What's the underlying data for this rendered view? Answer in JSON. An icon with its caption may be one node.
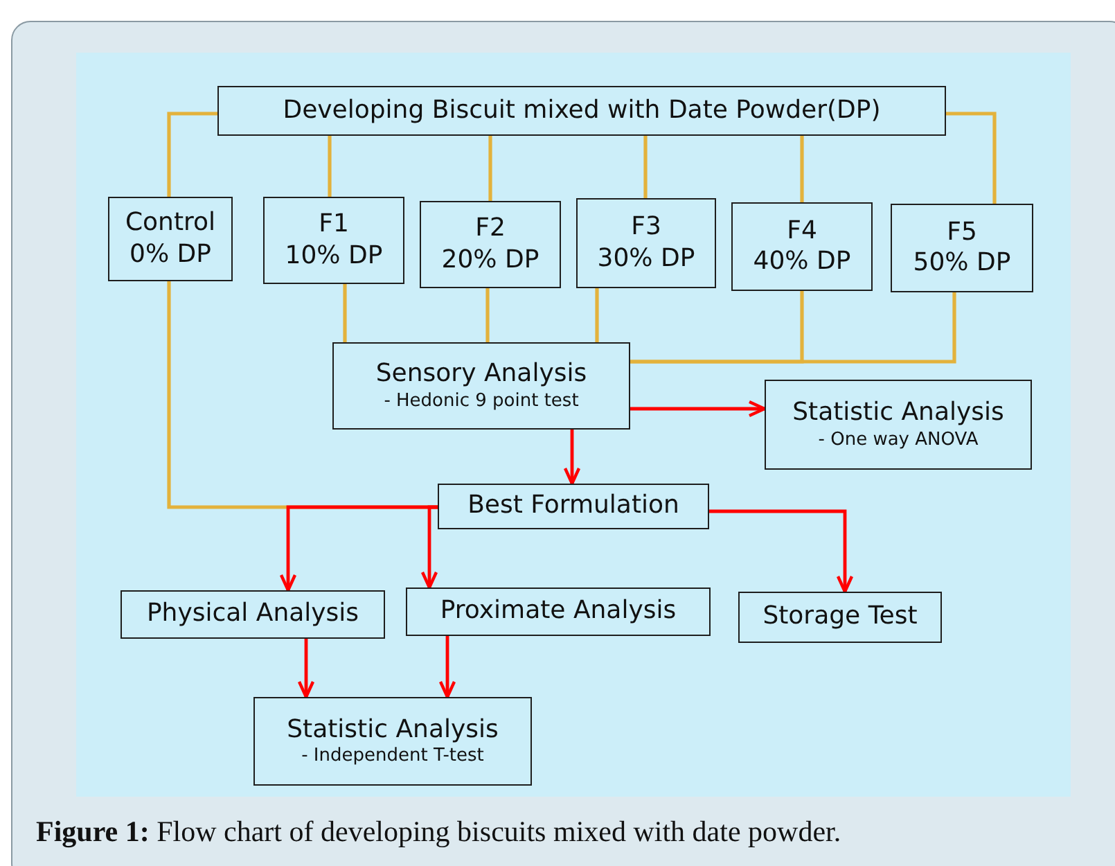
{
  "diagram": {
    "caption": "**Figure 1:** Flow chart of developing biscuits mixed with date powder.",
    "nodes": [
      {
        "text": [
          "Developing Biscuit mixed with Date Powder(DP)"
        ]
      },
      {
        "text": [
          "Control",
          "0% DP"
        ]
      },
      {
        "text": [
          "F1",
          "10% DP"
        ]
      },
      {
        "text": [
          "F2",
          "20% DP"
        ]
      },
      {
        "text": [
          "F3",
          "30% DP"
        ]
      },
      {
        "text": [
          "F4",
          "40% DP"
        ]
      },
      {
        "text": [
          "F5",
          "50% DP"
        ]
      },
      {
        "text": [
          "Sensory Analysis",
          "- Hedonic 9 point test"
        ]
      },
      {
        "text": [
          "Statistic Analysis",
          "- One way ANOVA"
        ]
      },
      {
        "text": [
          "Best Formulation"
        ]
      },
      {
        "text": [
          "Physical Analysis"
        ]
      },
      {
        "text": [
          "Proximate Analysis"
        ]
      },
      {
        "text": [
          "Storage Test"
        ]
      },
      {
        "text": [
          "Statistic Analysis",
          "- Independent T-test"
        ]
      }
    ],
    "edges": [
      {
        "from": 0,
        "to": 1,
        "arrow": "none"
      },
      {
        "from": 0,
        "to": 2,
        "arrow": "none"
      },
      {
        "from": 0,
        "to": 3,
        "arrow": "none"
      },
      {
        "from": 0,
        "to": 4,
        "arrow": "none"
      },
      {
        "from": 0,
        "to": 5,
        "arrow": "none"
      },
      {
        "from": 0,
        "to": 6,
        "arrow": "none"
      },
      {
        "from": 2,
        "to": 7,
        "arrow": "none"
      },
      {
        "from": 3,
        "to": 7,
        "arrow": "none"
      },
      {
        "from": 4,
        "to": 7,
        "arrow": "none"
      },
      {
        "from": 5,
        "to": 7,
        "arrow": "none"
      },
      {
        "from": 6,
        "to": 7,
        "arrow": "none"
      },
      {
        "from": 1,
        "to": 9,
        "arrow": "none"
      },
      {
        "from": 7,
        "to": 8,
        "arrow": "to",
        "color": "#ff0000"
      },
      {
        "from": 7,
        "to": 9,
        "arrow": "to",
        "color": "#ff0000"
      },
      {
        "from": 9,
        "to": 10,
        "arrow": "to",
        "color": "#ff0000"
      },
      {
        "from": 9,
        "to": 11,
        "arrow": "to",
        "color": "#ff0000"
      },
      {
        "from": 9,
        "to": 12,
        "arrow": "to",
        "color": "#ff0000"
      },
      {
        "from": 10,
        "to": 13,
        "arrow": "to",
        "color": "#ff0000"
      },
      {
        "from": 11,
        "to": 13,
        "arrow": "to",
        "color": "#ff0000"
      }
    ]
  }
}
